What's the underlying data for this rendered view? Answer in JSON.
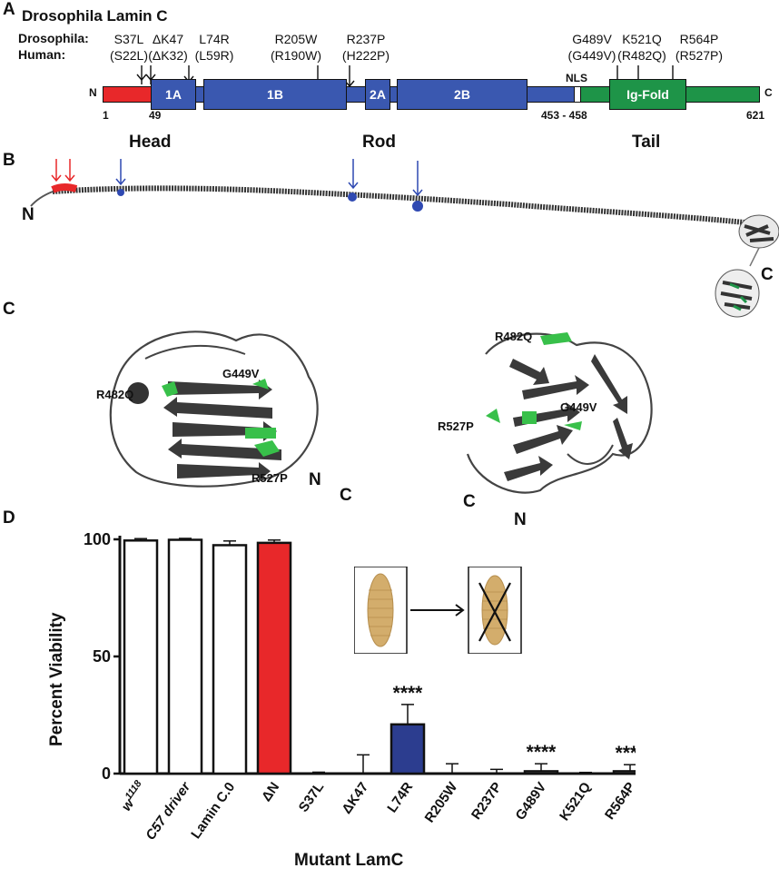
{
  "panels": {
    "a": "A",
    "b": "B",
    "c": "C",
    "d": "D"
  },
  "panel_a": {
    "title": "Drosophila Lamin C",
    "row_labels": {
      "drosophila": "Drosophila:",
      "human": "Human:"
    },
    "mutations": [
      {
        "fly": "S37L",
        "human": "(S22L)"
      },
      {
        "fly": "ΔK47",
        "human": "(ΔK32)"
      },
      {
        "fly": "L74R",
        "human": "(L59R)"
      },
      {
        "fly": "R205W",
        "human": "(R190W)"
      },
      {
        "fly": "R237P",
        "human": "(H222P)"
      },
      {
        "fly": "G489V",
        "human": "(G449V)"
      },
      {
        "fly": "K521Q",
        "human": "(R482Q)"
      },
      {
        "fly": "R564P",
        "human": "(R527P)"
      }
    ],
    "domains": {
      "d1a": "1A",
      "d1b": "1B",
      "d2a": "2A",
      "d2b": "2B",
      "nls": "NLS",
      "igfold": "Ig-Fold"
    },
    "termini": {
      "n": "N",
      "c": "C"
    },
    "positions": {
      "p1": "1",
      "p49": "49",
      "p453": "453 - 458",
      "p621": "621"
    },
    "regions": {
      "head": "Head",
      "rod": "Rod",
      "tail": "Tail"
    },
    "colors": {
      "head": "#e8282a",
      "rod": "#3a58b0",
      "tail": "#1e9448"
    }
  },
  "panel_b": {
    "n": "N",
    "c": "C"
  },
  "panel_c": {
    "left": {
      "r482q": "R482Q",
      "g449v": "G449V",
      "r527p": "R527P",
      "n": "N",
      "c": "C"
    },
    "right": {
      "r482q": "R482Q",
      "g449v": "G449V",
      "r527p": "R527P",
      "n": "N",
      "c": "C"
    }
  },
  "chart_data": {
    "type": "bar",
    "xlabel": "Mutant LamC",
    "ylabel": "Percent Viability",
    "ylim": [
      0,
      100
    ],
    "yticks": [
      "0",
      "50",
      "100"
    ],
    "categories": [
      "w1118",
      "C57 driver",
      "Lamin C.0",
      "ΔN",
      "S37L",
      "ΔK47",
      "L74R",
      "R205W",
      "R237P",
      "G489V",
      "K521Q",
      "R564P"
    ],
    "values": [
      99.5,
      99.8,
      97.5,
      98.5,
      0,
      0,
      21,
      0,
      0,
      1,
      0,
      1
    ],
    "errors": [
      0.8,
      0.6,
      1.8,
      1.2,
      0.6,
      8,
      8.5,
      4.2,
      1.8,
      3.2,
      0.5,
      2.8
    ],
    "fills": [
      "#ffffff",
      "#ffffff",
      "#ffffff",
      "#e8282a",
      "#ffffff",
      "#ffffff",
      "#2c3d8f",
      "#ffffff",
      "#ffffff",
      "#ffffff",
      "#ffffff",
      "#ffffff"
    ],
    "significance": [
      "",
      "",
      "",
      "",
      "",
      "",
      "****",
      "",
      "",
      "****",
      "",
      "****"
    ]
  }
}
